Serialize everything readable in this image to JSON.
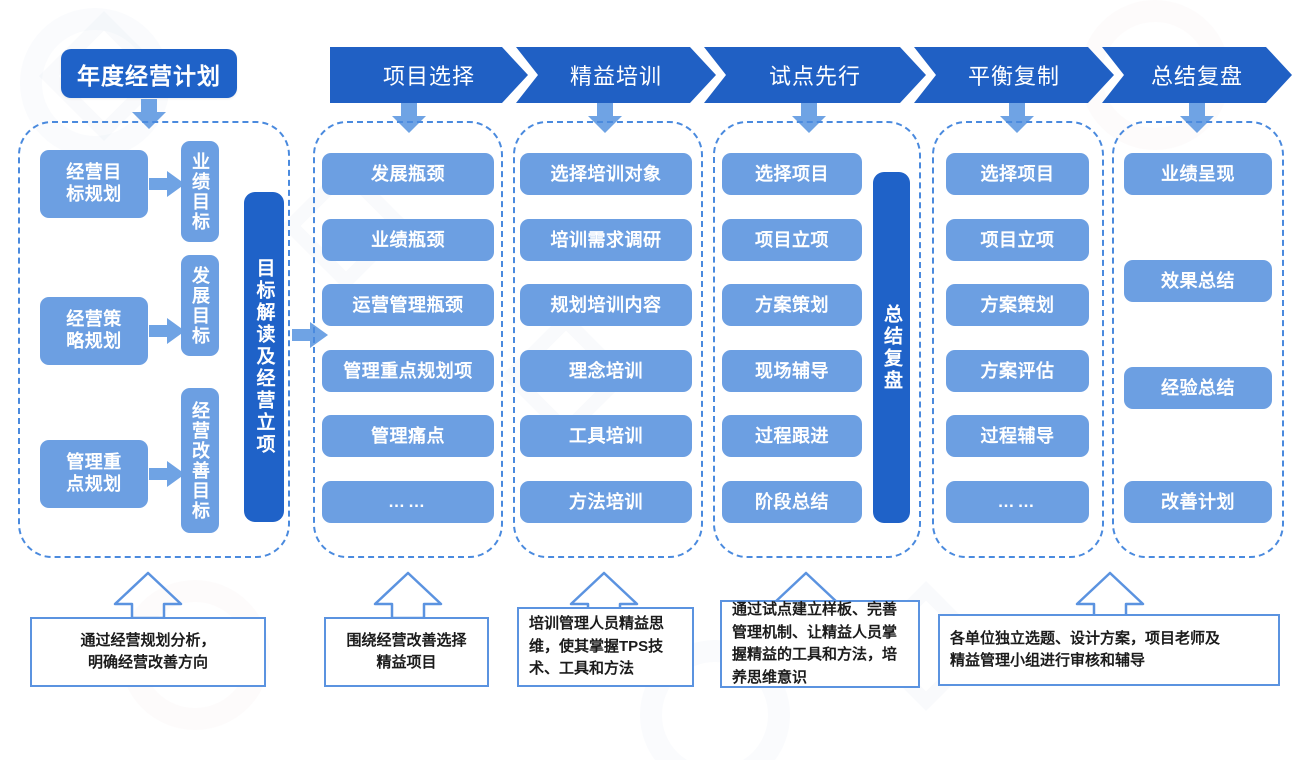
{
  "theme": {
    "dark_blue": "#1f62c8",
    "header_blue": "#2060c4",
    "pill_blue": "#6c9fe2",
    "arrow_blue": "#6fa3e4",
    "dash_border": "#4a8ade",
    "caption_border": "#5b93e0",
    "page_bg": "#ffffff"
  },
  "title_chip": {
    "label": "年度经营计划"
  },
  "headers": [
    {
      "label": "项目选择"
    },
    {
      "label": "精益培训"
    },
    {
      "label": "试点先行"
    },
    {
      "label": "平衡复制"
    },
    {
      "label": "总结复盘"
    }
  ],
  "column1": {
    "left_boxes": [
      {
        "label": "经营目\n标规划"
      },
      {
        "label": "经营策\n略规划"
      },
      {
        "label": "管理重\n点规划"
      }
    ],
    "goal_boxes": [
      {
        "label": "业绩目标"
      },
      {
        "label": "发展目标"
      },
      {
        "label": "经营改善目标"
      }
    ],
    "side_bar": {
      "label": "目标解读及经营立项"
    }
  },
  "columns": [
    {
      "key": "project-selection",
      "items": [
        {
          "label": "发展瓶颈"
        },
        {
          "label": "业绩瓶颈"
        },
        {
          "label": "运营管理瓶颈"
        },
        {
          "label": "管理重点规划项"
        },
        {
          "label": "管理痛点"
        },
        {
          "label": "……"
        }
      ]
    },
    {
      "key": "lean-training",
      "items": [
        {
          "label": "选择培训对象"
        },
        {
          "label": "培训需求调研"
        },
        {
          "label": "规划培训内容"
        },
        {
          "label": "理念培训"
        },
        {
          "label": "工具培训"
        },
        {
          "label": "方法培训"
        }
      ]
    },
    {
      "key": "pilot-first",
      "items": [
        {
          "label": "选择项目"
        },
        {
          "label": "项目立项"
        },
        {
          "label": "方案策划"
        },
        {
          "label": "现场辅导"
        },
        {
          "label": "过程跟进"
        },
        {
          "label": "阶段总结"
        }
      ],
      "side_bar": {
        "label": "总结复盘"
      }
    },
    {
      "key": "balanced-replication",
      "items": [
        {
          "label": "选择项目"
        },
        {
          "label": "项目立项"
        },
        {
          "label": "方案策划"
        },
        {
          "label": "方案评估"
        },
        {
          "label": "过程辅导"
        },
        {
          "label": "……"
        }
      ]
    },
    {
      "key": "summary-review",
      "items": [
        {
          "label": "业绩呈现"
        },
        {
          "label": "效果总结"
        },
        {
          "label": "经验总结"
        },
        {
          "label": "改善计划"
        }
      ]
    }
  ],
  "captions": [
    {
      "key": "caption-1",
      "text": "通过经营规划分析，\n明确经营改善方向"
    },
    {
      "key": "caption-2",
      "text": "围绕经营改善选择\n精益项目"
    },
    {
      "key": "caption-3",
      "text": "培训管理人员精益思\n维，使其掌握TPS技\n术、工具和方法"
    },
    {
      "key": "caption-4",
      "text": "通过试点建立样板、完善\n管理机制、让精益人员掌\n握精益的工具和方法，培\n养思维意识"
    },
    {
      "key": "caption-5",
      "text": "各单位独立选题、设计方案，项目老师及\n精益管理小组进行审核和辅导"
    }
  ]
}
